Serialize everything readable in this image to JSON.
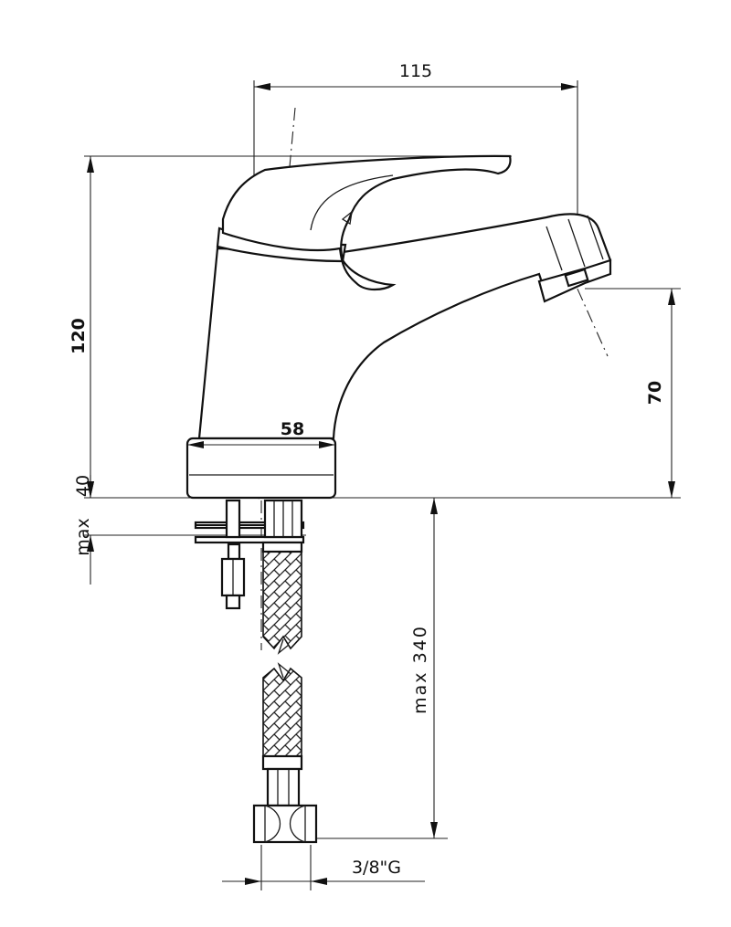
{
  "dimensions": {
    "overall_width": "115",
    "height": "120",
    "spout_height": "70",
    "base_diameter": "58",
    "max_deck": "40",
    "max_deck_prefix": "max",
    "hose_length": "max 340",
    "thread": "3/8\"G"
  }
}
